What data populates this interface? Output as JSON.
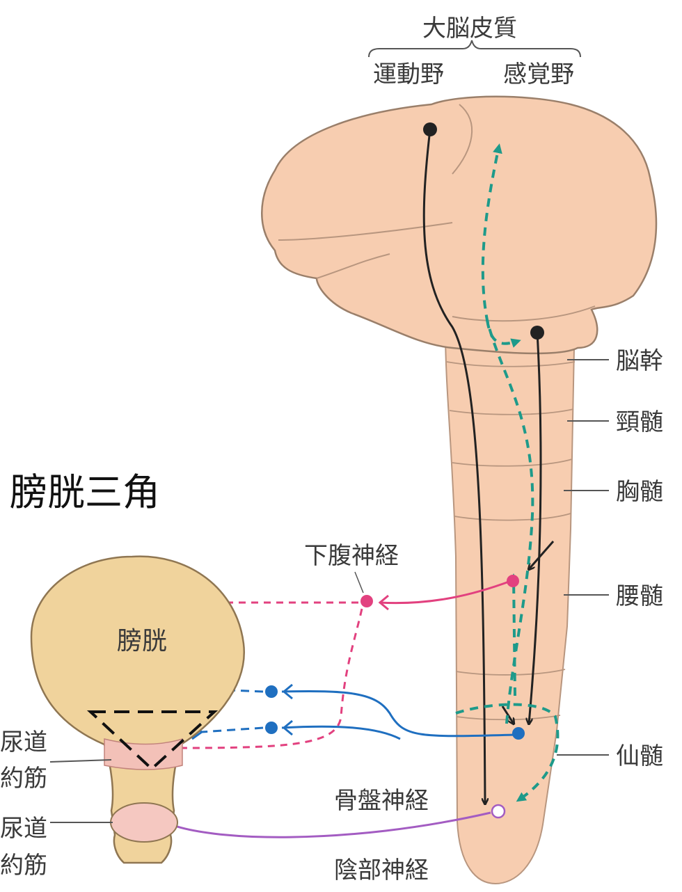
{
  "title": "膀胱三角",
  "cortex": {
    "heading": "大脳皮質",
    "motor_area": "運動野",
    "sensory_area": "感覚野"
  },
  "levels": {
    "brainstem": "脳幹",
    "cervical": "頸髄",
    "thoracic": "胸髄",
    "lumbar": "腰髄",
    "sacral": "仙髄"
  },
  "nerves": {
    "hypogastric": "下腹神経",
    "pelvic": "骨盤神経",
    "pudendal": "陰部神経"
  },
  "bladder": {
    "name": "膀胱",
    "internal_sphincter": [
      "尿道",
      "約筋"
    ],
    "external_sphincter": [
      "尿道",
      "約筋"
    ]
  },
  "colors": {
    "brain_fill": "#f7cdb0",
    "bladder_fill": "#f0d39c",
    "sympathetic": "#e2417f",
    "parasympathetic": "#1f6fc0",
    "somatic": "#a35cc2",
    "sensory": "#1e9a8a",
    "motor": "#222222"
  }
}
